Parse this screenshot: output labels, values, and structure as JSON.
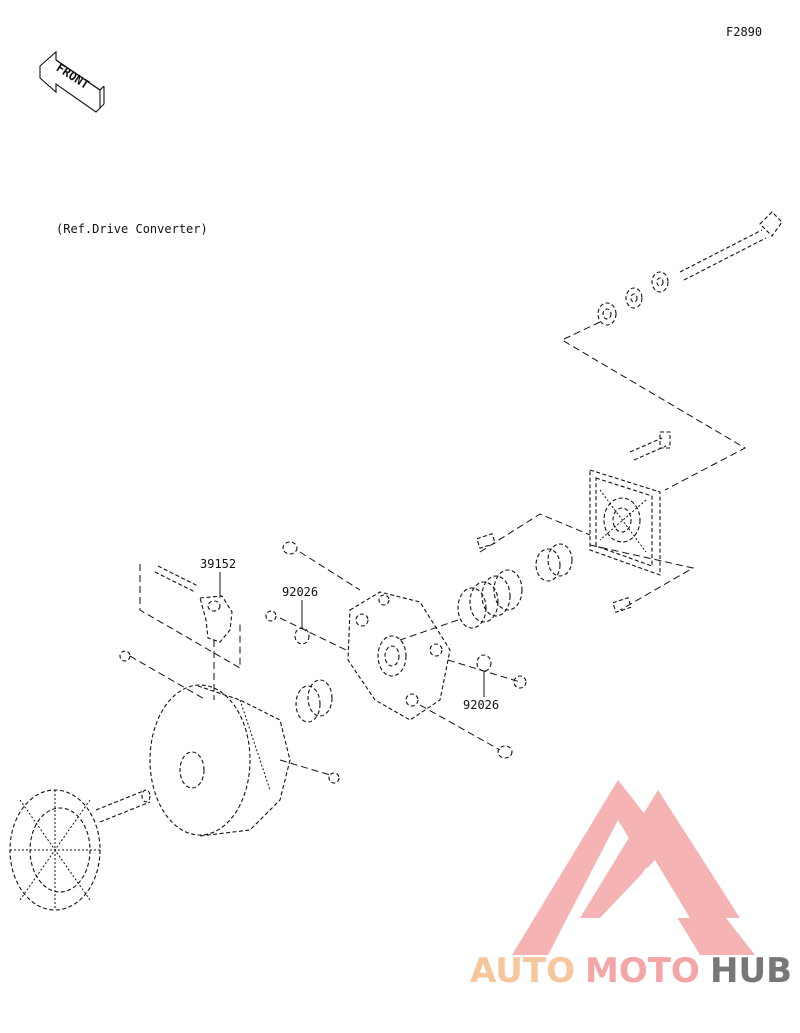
{
  "figure_code": "F2890",
  "front_label": "FRONT",
  "reference_note": "(Ref.Drive Converter)",
  "callouts": [
    {
      "part_number": "39152"
    },
    {
      "part_number": "92026"
    },
    {
      "part_number": "92026"
    }
  ],
  "watermark": {
    "word_1": "AUTO",
    "word_2": "MOTO",
    "word_3": "HUB",
    "color_primary": "#f4a6a6",
    "color_secondary": "#f5c79a",
    "color_tertiary": "#777777"
  }
}
